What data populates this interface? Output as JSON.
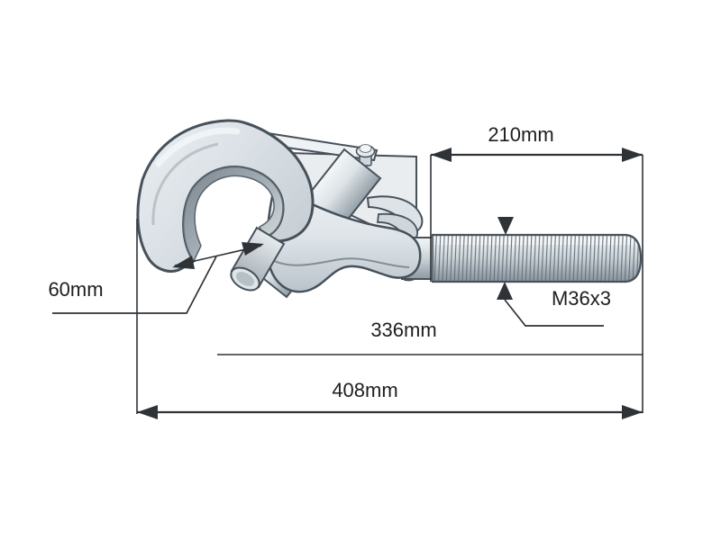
{
  "labels": {
    "thread_length": "210mm",
    "hook_opening": "60mm",
    "thread_spec": "M36x3",
    "mid_length": "336mm",
    "overall_length": "408mm"
  },
  "colors": {
    "background": "#ffffff",
    "dimension_line": "#2f3338",
    "label_text": "#1c1e20",
    "outline": "#47515a",
    "metal_light": "#e6ebee",
    "metal_mid": "#c6cfd5",
    "metal_dark": "#8c97a0"
  }
}
